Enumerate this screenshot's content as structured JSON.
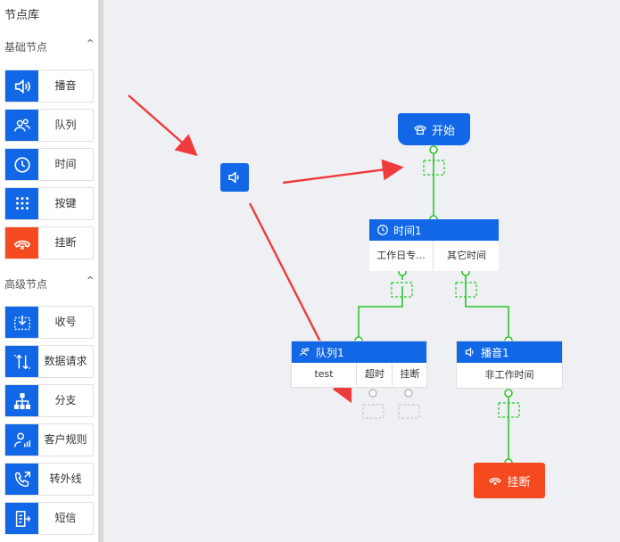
{
  "sidebar": {
    "title": "节点库",
    "basic": {
      "label": "基础节点",
      "items": [
        {
          "label": "播音",
          "icon": "speaker-icon"
        },
        {
          "label": "队列",
          "icon": "users-icon"
        },
        {
          "label": "时间",
          "icon": "clock-icon"
        },
        {
          "label": "按键",
          "icon": "keypad-icon"
        },
        {
          "label": "挂断",
          "icon": "hangup-icon"
        }
      ]
    },
    "advanced": {
      "label": "高级节点",
      "items": [
        {
          "label": "收号",
          "icon": "collect-digits-icon"
        },
        {
          "label": "数据请求",
          "icon": "data-request-icon"
        },
        {
          "label": "分支",
          "icon": "branch-icon"
        },
        {
          "label": "客户规则",
          "icon": "customer-rule-icon"
        },
        {
          "label": "转外线",
          "icon": "transfer-icon"
        },
        {
          "label": "短信",
          "icon": "sms-icon"
        }
      ]
    }
  },
  "flow": {
    "start": {
      "label": "开始"
    },
    "time_node": {
      "title": "时间1",
      "branches": [
        "工作日专...",
        "其它时间"
      ]
    },
    "queue_node": {
      "title": "队列1",
      "body": "test",
      "branches": [
        "超时",
        "挂断"
      ]
    },
    "play_node": {
      "title": "播音1",
      "body": "非工作时间"
    },
    "hangup": {
      "label": "挂断"
    }
  },
  "colors": {
    "primary": "#1167e6",
    "danger": "#f5491f",
    "connector": "#2cc52c",
    "annotation": "#ef3b3b"
  }
}
